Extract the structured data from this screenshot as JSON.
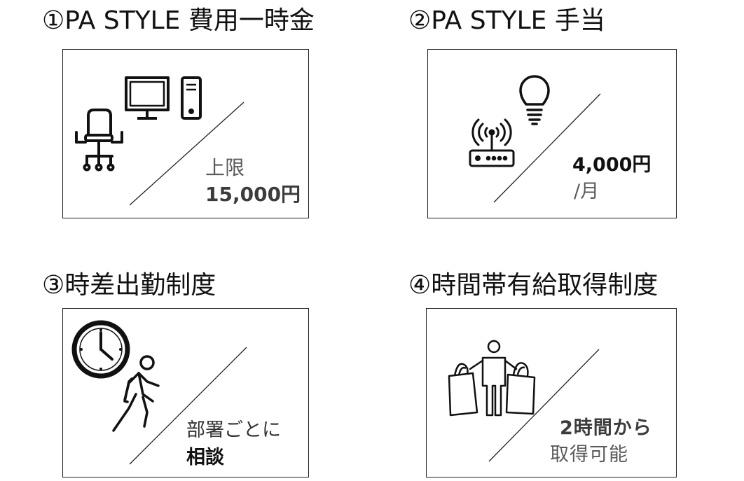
{
  "cards": [
    {
      "title": "①PA STYLE 費用一時金",
      "line1": "上限",
      "line2": "15,000円"
    },
    {
      "title": "②PA STYLE 手当",
      "line1": "4,000円",
      "line2": "/月"
    },
    {
      "title": "③時差出勤制度",
      "line1": "部署ごとに",
      "line2": "相談"
    },
    {
      "title": "④時間帯有給取得制度",
      "line1": "2時間から",
      "line2": "取得可能"
    }
  ],
  "icons": [
    "office-chair-icon",
    "desktop-computer-icon",
    "lightbulb-icon",
    "wifi-router-icon",
    "clock-icon",
    "walking-person-icon",
    "shopping-person-icon",
    "shopping-bag-icon"
  ]
}
